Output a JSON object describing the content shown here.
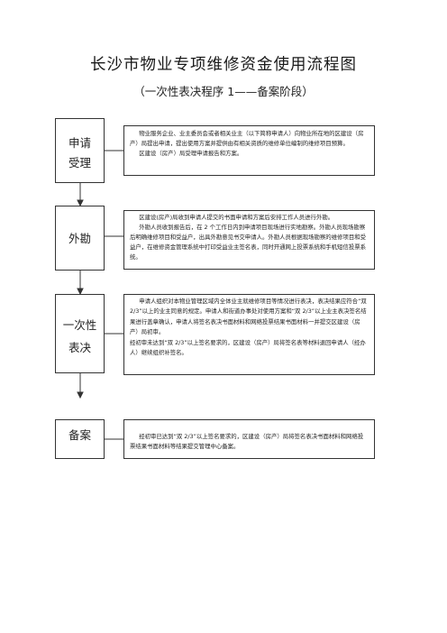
{
  "title": "长沙市物业专项维修资金使用流程图",
  "subtitle": "（一次性表决程序 1——备案阶段）",
  "stages": [
    {
      "name_lines": [
        "申请",
        "受理"
      ],
      "paragraphs": [
        "物业服务企业、业主委员会或者相关业主（以下简称申请人）向物业所在地的区建设（房产）局提出申请，提出使用方案并提供由有相关资质的维修单位编制的维修项目预算。",
        "区建设（房产）局受理申请报告和方案。"
      ]
    },
    {
      "name_lines": [
        "外勘"
      ],
      "paragraphs": [
        "区建设(房产)局收到申请人提交的书面申请和方案后安排工作人员进行外勘。",
        "外勘人员收到报告后，在 2 个工作日内到申请项目现场进行实地勘察。外勘人员现场勘察后明确维修项目和受益户，出具外勘意见书交申请人。外勘人员根据现场勘察的维修项目和受益户，在维修资金管理系统中打印受益业主签名表，同时开通网上投票系统和手机短信投票系统。"
      ]
    },
    {
      "name_lines": [
        "一次性",
        "表决"
      ],
      "paragraphs": [
        "申请人组织对本物业管理区域内全体业主就维修项目等情况进行表决，表决结果应符合“双 2/3”以上的业主同意的规定。申请人和街道办事处对使用方案和“双 2/3”以上业主表决签名结果进行盖章确认，申请人将签名表决书面材料和网络投票结果书面材料一并提交区建设（房产）局初审。",
        "经初审未达到“双 2/3”以上签名要求的，区建设（房产）局将签名表等材料退回申请人（经办人）继续组织补签名。"
      ]
    },
    {
      "name_lines": [
        "备案"
      ],
      "paragraphs": [
        "经初审已达到“双 2/3”以上签名要求的，区建设（房产）局将签名表决书面材料和网络投票结果书面材料等结果提交管理中心备案。"
      ]
    }
  ]
}
